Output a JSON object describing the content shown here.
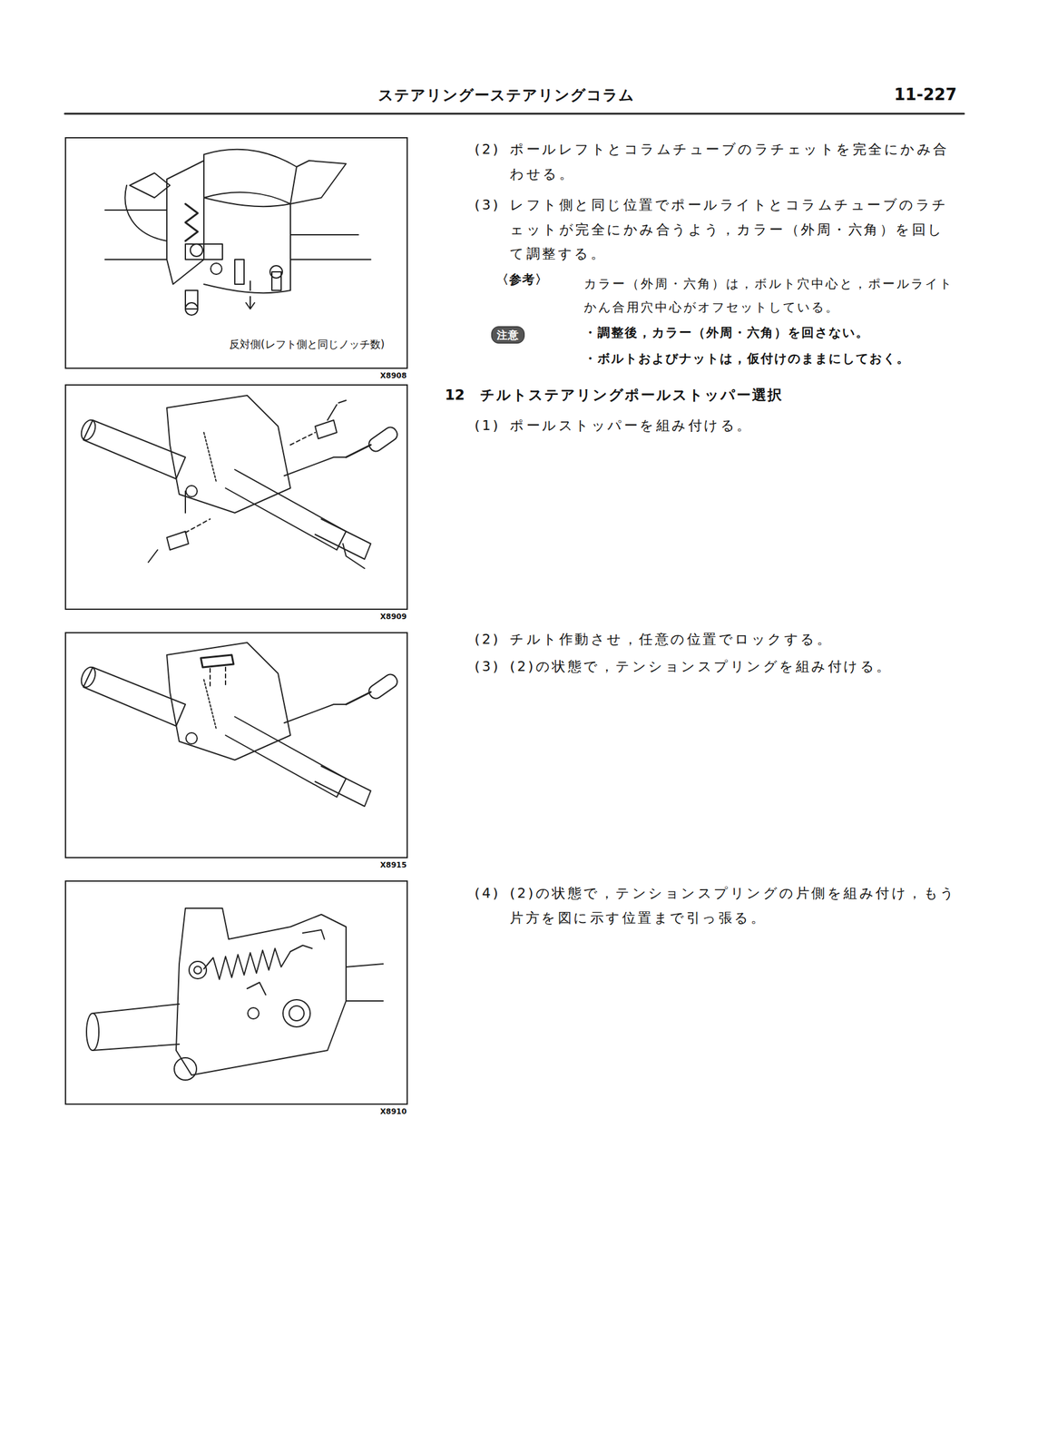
{
  "diagram": {
    "title": "ステアリングーステアリングコラム",
    "nodes": [
      {
        "text": [
          "反対側(レフト側と同じノッチ数)",
          "X8908"
        ]
      },
      {
        "text": [
          "X8909"
        ]
      },
      {
        "text": [
          "X8915"
        ]
      },
      {
        "text": [
          "X8910"
        ]
      }
    ],
    "labels": [
      "11-227",
      "(2)",
      "ポールレフトとコラムチューブのラチェットを完全にかみ合わせる。",
      "(3)",
      "レフト側と同じ位置でポールライトとコラムチューブのラチェットが完全にかみ合うよう，カラー（外周・六角）を回して調整する。",
      "〈参考〉",
      "カラー（外周・六角）は，ボルト穴中心と，ポールライトかん合用穴中心がオフセットしている。",
      "注意",
      "・調整後，カラー（外周・六角）を回さない。",
      "・ボルトおよびナットは，仮付けのままにしておく。",
      "12",
      "チルトステアリングポールストッパー選択",
      "(1)",
      "ポールストッパーを組み付ける。",
      "(2)",
      "チルト作動させ，任意の位置でロックする。",
      "(3)",
      "(2)の状態で，テンションスプリングを組み付ける。",
      "(4)",
      "(2)の状態で，テンションスプリングの片側を組み付け，もう片方を図に示す位置まで引っ張る。"
    ]
  }
}
